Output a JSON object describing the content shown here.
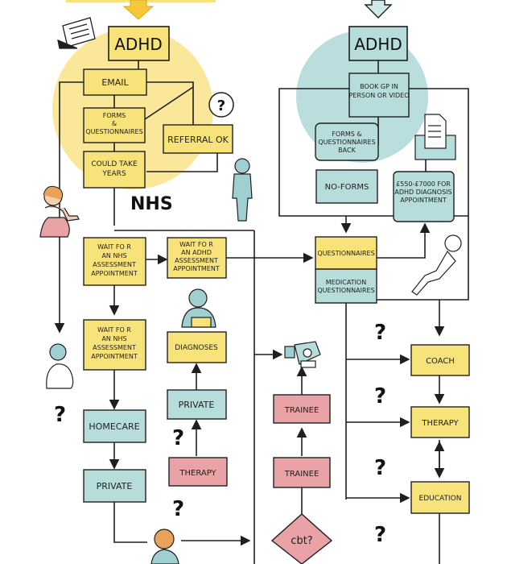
{
  "colors": {
    "yellow": "#f8e27a",
    "yellow_blob": "#fbe79a",
    "teal": "#b7dcdc",
    "teal_blob": "#b9dedd",
    "pink": "#e9a3a6",
    "line": "#1f1f1f"
  },
  "nodes": {
    "adhd_nhs": "ADHD",
    "email": "EMAIL",
    "forms_questionnaires": [
      "FORMS",
      "&",
      "QUESTIONNAIRES"
    ],
    "referral_ok": "REFERRAL OK",
    "could_take_years": [
      "COULD TAKE",
      "YEARS"
    ],
    "nhs": "NHS",
    "wait_nhs_1": [
      "WAIT FO R",
      "AN NHS",
      "ASSESSMENT",
      "APPOINTMENT"
    ],
    "wait_adhd": [
      "WAIT FO R",
      "AN ADHD",
      "ASSESSMENT",
      "APPOINTMENT"
    ],
    "wait_nhs_2": [
      "WAIT FO R",
      "AN NHS",
      "ASSESSMENT",
      "APPOINTMENT"
    ],
    "diagnoses": "DIAGNOSES",
    "homecare": "HOMECARE",
    "private_left": "PRIVATE",
    "private_mid": "PRIVATE",
    "therapy_pink": "THERAPY",
    "adhd_private": "ADHD",
    "book_gp": [
      "BOOK GP IN",
      "PERSON OR VIDEO"
    ],
    "forms_back": [
      "FORMS &",
      "QUESTIONNAIRES",
      "BACK"
    ],
    "no_forms": "NO-FORMS",
    "price": [
      "£550-£7000 FOR",
      "ADHD DIAGNOSIS",
      "APPOINTMENT"
    ],
    "questionnaires": "QUESTIONNAIRES",
    "medication_questionnaires": [
      "MEDICATION",
      "QUESTIONNAIRES"
    ],
    "trainee_1": "TRAINEE",
    "trainee_2": "TRAINEE",
    "cbt": "cbt?",
    "coach": "COACH",
    "therapy_right": "THERAPY",
    "education": "EDUCATION",
    "question_mark": "?"
  }
}
